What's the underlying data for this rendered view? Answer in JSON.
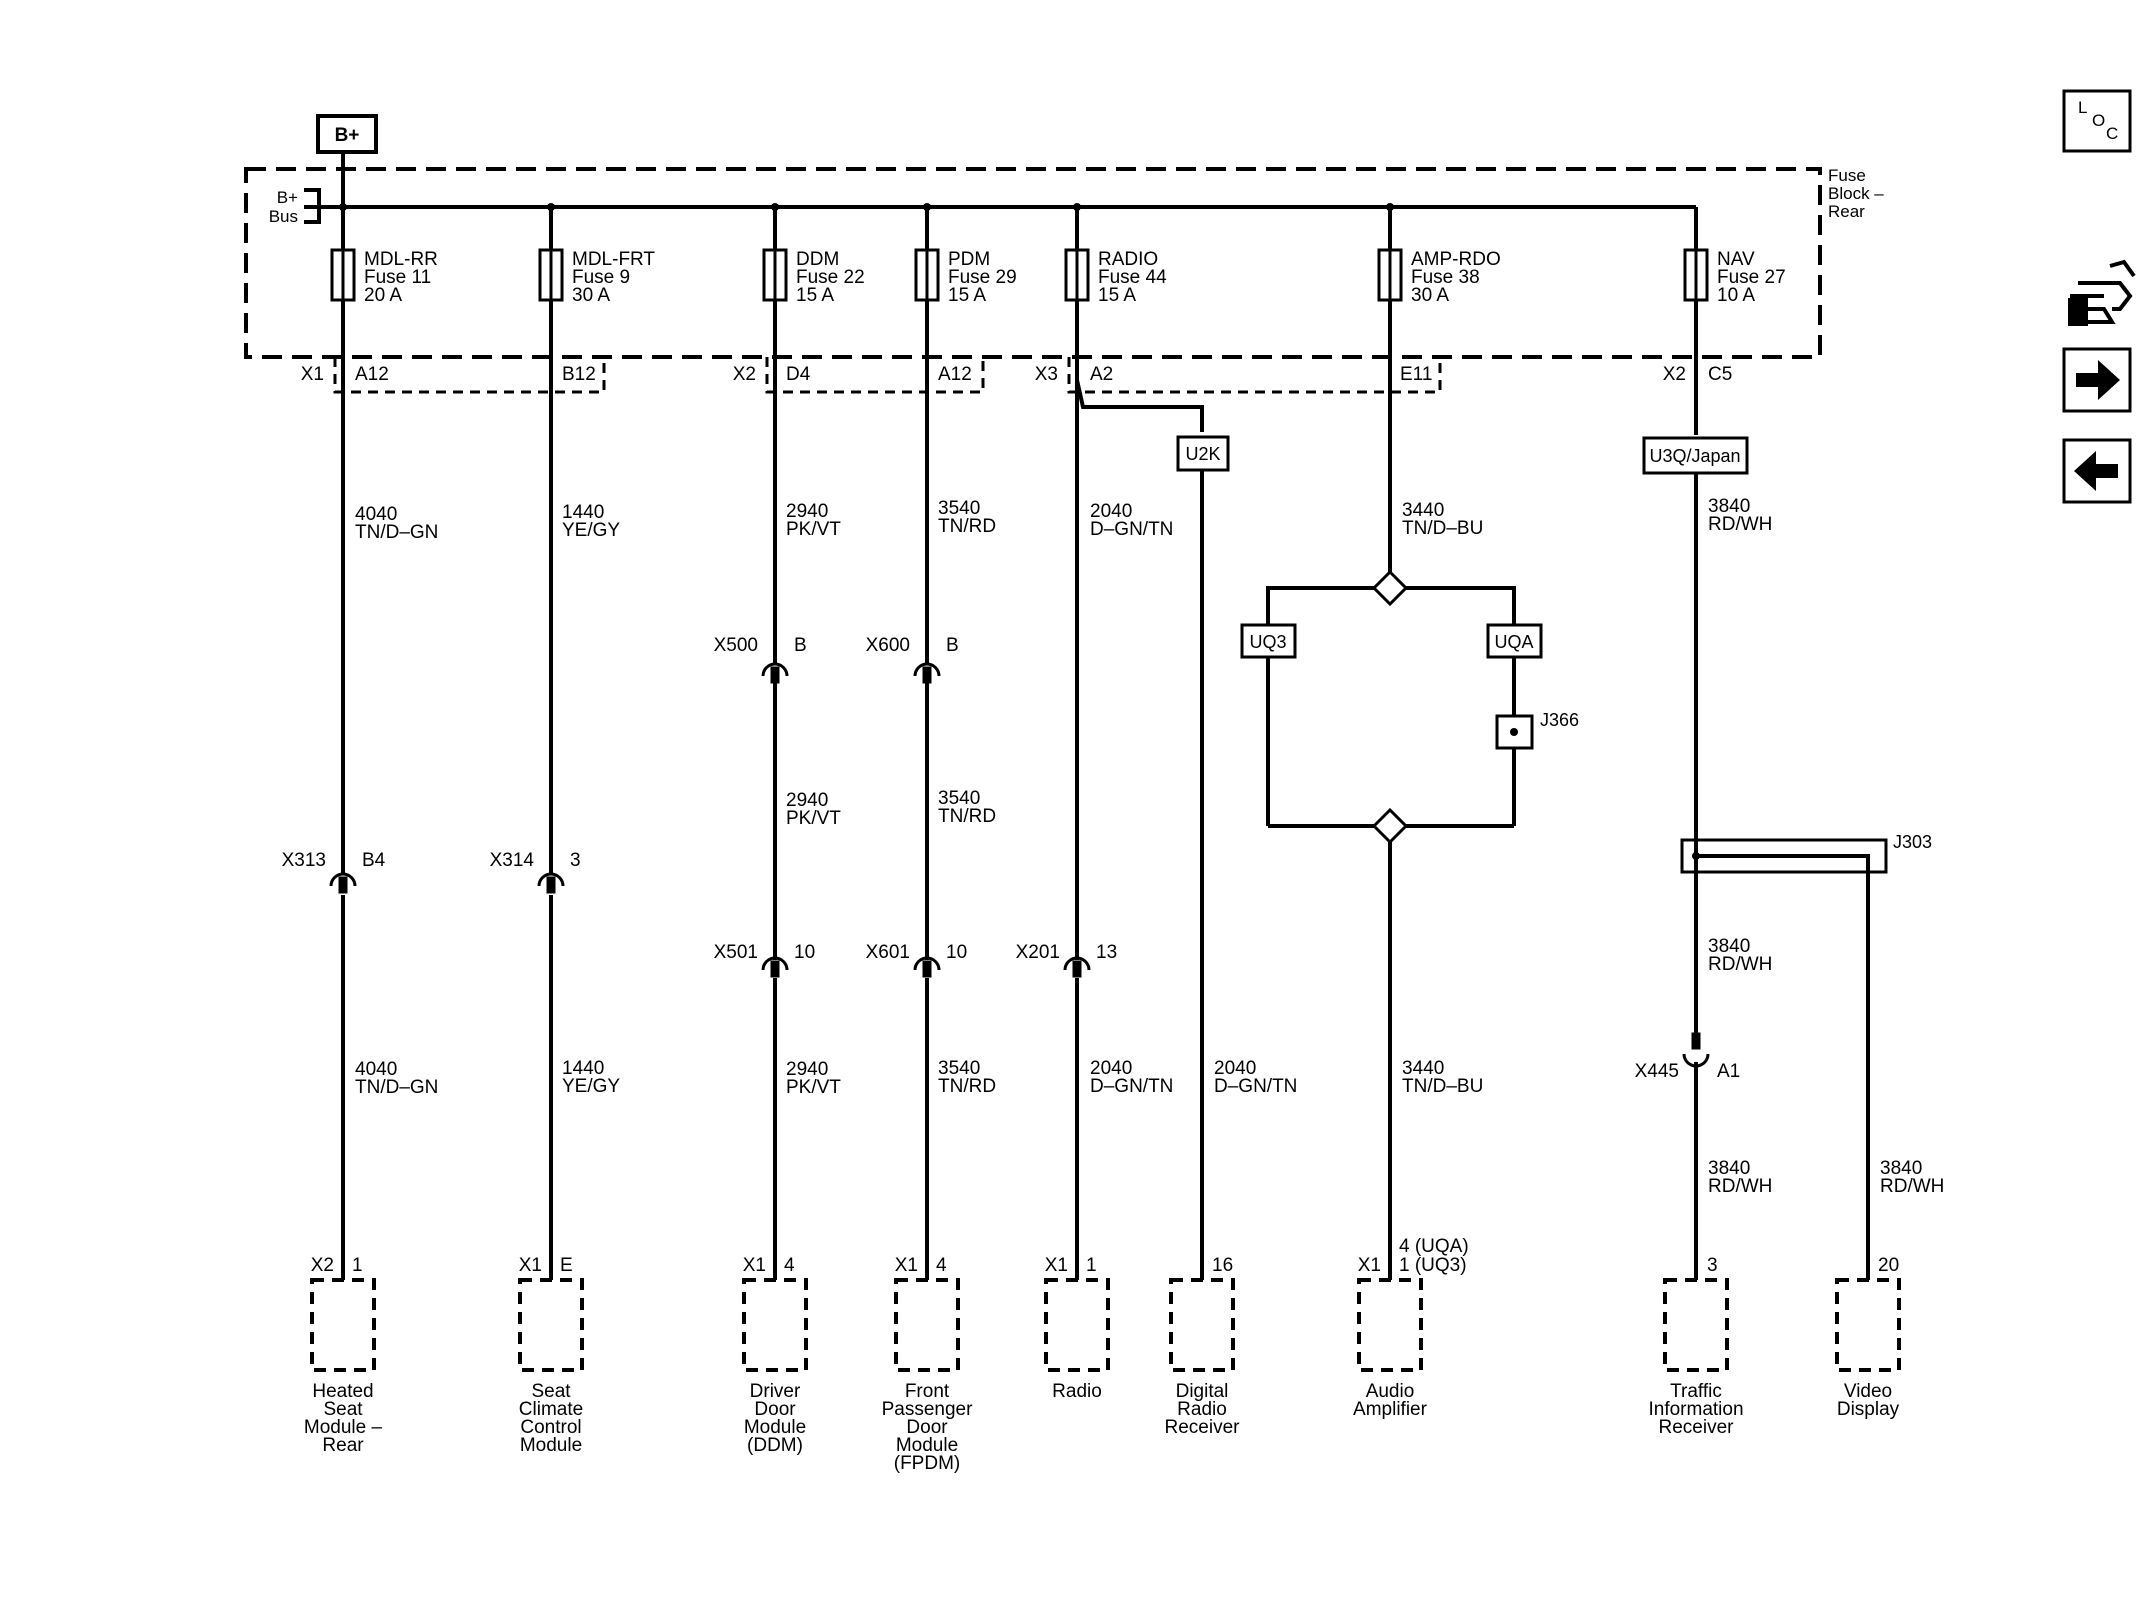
{
  "bplus": "B+",
  "bus_label": [
    "B+",
    "Bus"
  ],
  "fuse_block_label": [
    "Fuse",
    "Block –",
    "Rear"
  ],
  "nav_icons": {
    "loc": "location-icon",
    "connector": "connector-view-icon",
    "forward": "arrow-right-icon",
    "back": "arrow-left-icon"
  },
  "loc_letters": [
    "L",
    "O",
    "C"
  ],
  "fuses": [
    {
      "name": "MDL-RR",
      "number": "Fuse 11",
      "rating": "20 A"
    },
    {
      "name": "MDL-FRT",
      "number": "Fuse 9",
      "rating": "30 A"
    },
    {
      "name": "DDM",
      "number": "Fuse 22",
      "rating": "15 A"
    },
    {
      "name": "PDM",
      "number": "Fuse 29",
      "rating": "15 A"
    },
    {
      "name": "RADIO",
      "number": "Fuse 44",
      "rating": "15 A"
    },
    {
      "name": "AMP-RDO",
      "number": "Fuse 38",
      "rating": "30 A"
    },
    {
      "name": "NAV",
      "number": "Fuse 27",
      "rating": "10 A"
    }
  ],
  "block_connectors": [
    {
      "conn": "X1",
      "pins": [
        "A12",
        "B12"
      ]
    },
    {
      "conn": "X2",
      "pins": [
        "D4",
        "A12"
      ]
    },
    {
      "conn": "X3",
      "pins": [
        "A2",
        "E11"
      ]
    },
    {
      "conn": "X2",
      "pins": [
        "C5"
      ]
    }
  ],
  "options": {
    "u2k": "U2K",
    "u3q": "U3Q/Japan",
    "uq3": "UQ3",
    "uqa": "UQA"
  },
  "splices": {
    "j366": "J366",
    "j303": "J303"
  },
  "wires": {
    "w4040": [
      "4040",
      "TN/D–GN"
    ],
    "w1440": [
      "1440",
      "YE/GY"
    ],
    "w2940": [
      "2940",
      "PK/VT"
    ],
    "w3540": [
      "3540",
      "TN/RD"
    ],
    "w2040": [
      "2040",
      "D–GN/TN"
    ],
    "w3440": [
      "3440",
      "TN/D–BU"
    ],
    "w3840": [
      "3840",
      "RD/WH"
    ]
  },
  "inline_connectors": {
    "x500": [
      "X500",
      "B"
    ],
    "x600": [
      "X600",
      "B"
    ],
    "x313": [
      "X313",
      "B4"
    ],
    "x314": [
      "X314",
      "3"
    ],
    "x501": [
      "X501",
      "10"
    ],
    "x601": [
      "X601",
      "10"
    ],
    "x201": [
      "X201",
      "13"
    ],
    "x445": [
      "X445",
      "A1"
    ]
  },
  "components": [
    {
      "conn": "X2",
      "pin": "1",
      "name": [
        "Heated",
        "Seat",
        "Module –",
        "Rear"
      ]
    },
    {
      "conn": "X1",
      "pin": "E",
      "name": [
        "Seat",
        "Climate",
        "Control",
        "Module"
      ]
    },
    {
      "conn": "X1",
      "pin": "4",
      "name": [
        "Driver",
        "Door",
        "Module",
        "(DDM)"
      ]
    },
    {
      "conn": "X1",
      "pin": "4",
      "name": [
        "Front",
        "Passenger",
        "Door",
        "Module",
        "(FPDM)"
      ]
    },
    {
      "conn": "X1",
      "pin": "1",
      "name": [
        "Radio"
      ]
    },
    {
      "conn": "",
      "pin": "16",
      "name": [
        "Digital",
        "Radio",
        "Receiver"
      ]
    },
    {
      "conn": "X1",
      "pin": "4 (UQA)",
      "pin2": "1 (UQ3)",
      "name": [
        "Audio",
        "Amplifier"
      ]
    },
    {
      "conn": "",
      "pin": "3",
      "name": [
        "Traffic",
        "Information",
        "Receiver"
      ]
    },
    {
      "conn": "",
      "pin": "20",
      "name": [
        "Video",
        "Display"
      ]
    }
  ]
}
